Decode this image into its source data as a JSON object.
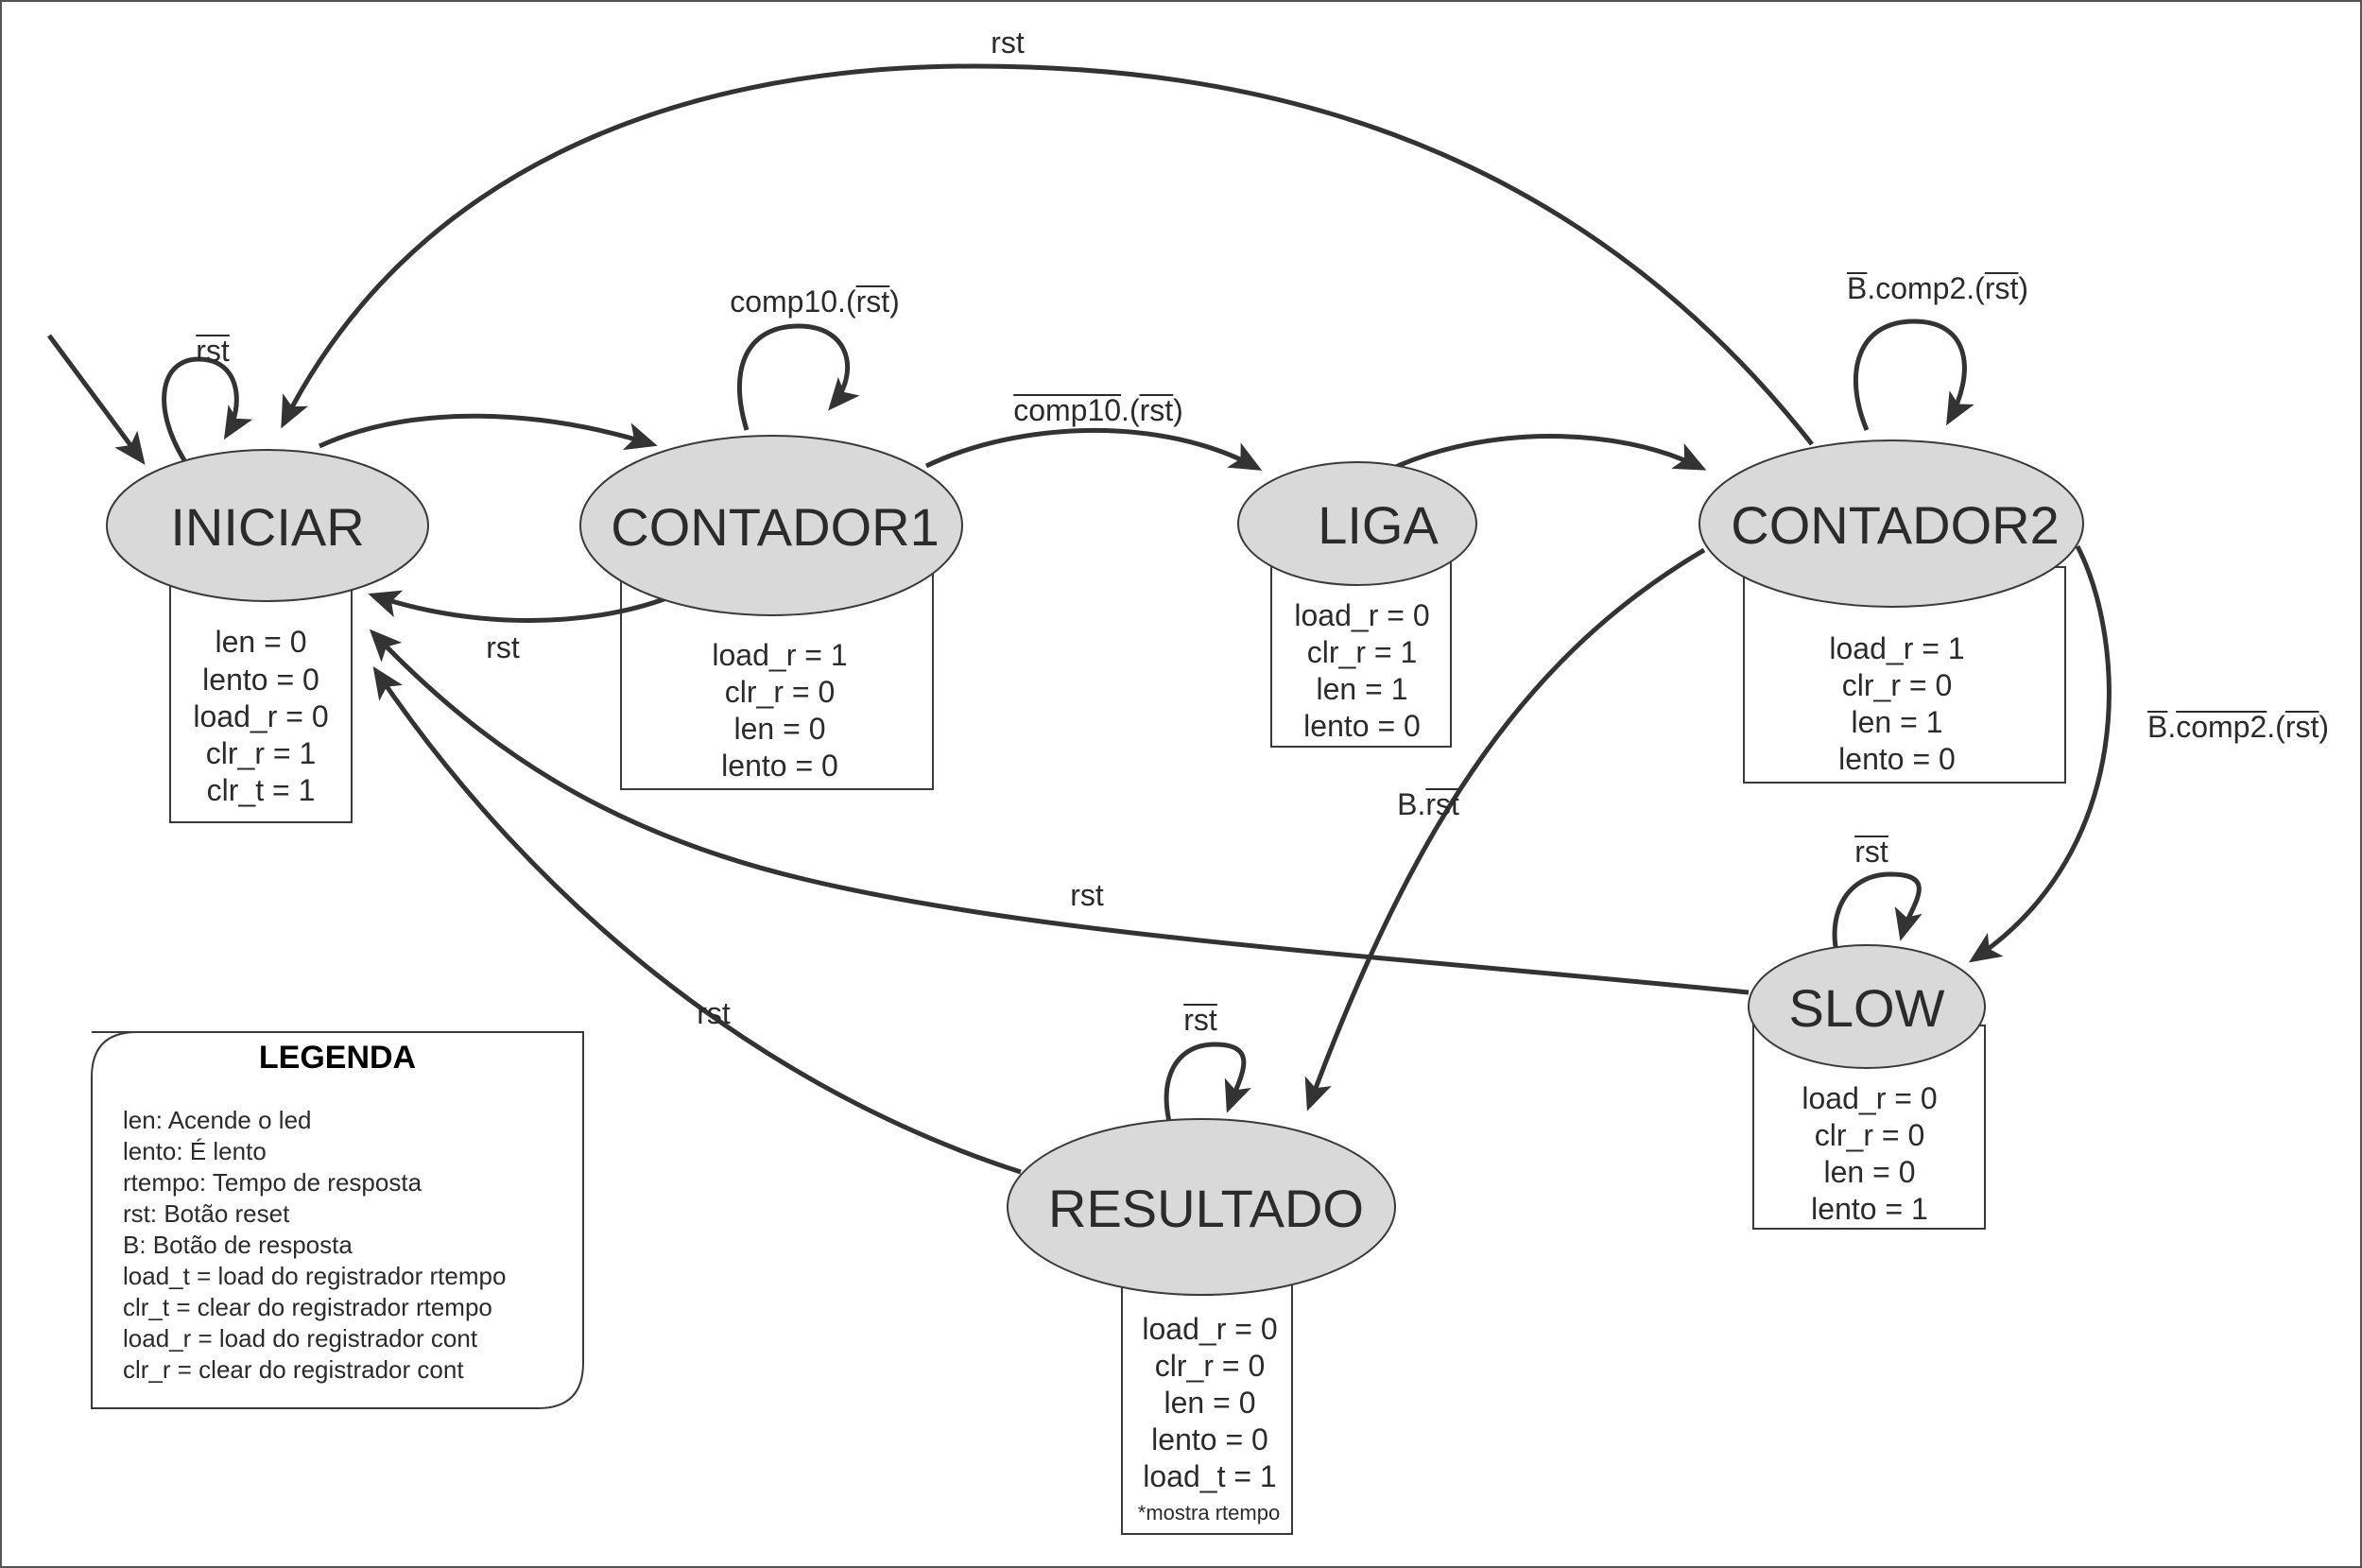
{
  "states": {
    "iniciar": {
      "name": "INICIAR",
      "outputs": [
        "len = 0",
        "lento = 0",
        "load_r = 0",
        "clr_r = 1",
        "clr_t = 1"
      ]
    },
    "contador1": {
      "name": "CONTADOR1",
      "outputs": [
        "load_r = 1",
        "clr_r = 0",
        "len = 0",
        "lento = 0"
      ]
    },
    "liga": {
      "name": "LIGA",
      "outputs": [
        "load_r = 0",
        "clr_r = 1",
        "len = 1",
        "lento = 0"
      ]
    },
    "contador2": {
      "name": "CONTADOR2",
      "outputs": [
        "load_r = 1",
        "clr_r = 0",
        "len = 1",
        "lento = 0"
      ]
    },
    "slow": {
      "name": "SLOW",
      "outputs": [
        "load_r = 0",
        "clr_r = 0",
        "len = 0",
        "lento = 1"
      ]
    },
    "resultado": {
      "name": "RESULTADO",
      "outputs": [
        "load_r = 0",
        "clr_r = 0",
        "len = 0",
        "lento = 0",
        "load_t = 1"
      ],
      "note": "*mostra rtempo"
    }
  },
  "transitions": {
    "iniciar_self": [
      {
        "text": "rst",
        "over": true
      }
    ],
    "contador1_self": [
      {
        "text": "comp10.(",
        "over": false
      },
      {
        "text": "rst",
        "over": true
      },
      {
        "text": ")",
        "over": false
      }
    ],
    "contador1_to_liga": [
      {
        "text": "comp10",
        "over": true
      },
      {
        "text": ".(",
        "over": false
      },
      {
        "text": "rst",
        "over": true
      },
      {
        "text": ")",
        "over": false
      }
    ],
    "contador1_to_iniciar": [
      {
        "text": "rst",
        "over": false
      }
    ],
    "contador2_to_iniciar": [
      {
        "text": "rst",
        "over": false
      }
    ],
    "contador2_self": [
      {
        "text": "B",
        "over": true
      },
      {
        "text": ".comp2.(",
        "over": false
      },
      {
        "text": "rst",
        "over": true
      },
      {
        "text": ")",
        "over": false
      }
    ],
    "contador2_to_slow": [
      {
        "text": "B",
        "over": true
      },
      {
        "text": ".",
        "over": false
      },
      {
        "text": "comp2",
        "over": true
      },
      {
        "text": ".(",
        "over": false
      },
      {
        "text": "rst",
        "over": true
      },
      {
        "text": ")",
        "over": false
      }
    ],
    "contador2_to_resultado": [
      {
        "text": "B.",
        "over": false
      },
      {
        "text": "rst",
        "over": true
      }
    ],
    "slow_self": [
      {
        "text": "rst",
        "over": true
      }
    ],
    "slow_to_iniciar": [
      {
        "text": "rst",
        "over": false
      }
    ],
    "resultado_self": [
      {
        "text": "rst",
        "over": true
      }
    ],
    "resultado_to_iniciar": [
      {
        "text": "rst",
        "over": false
      }
    ]
  },
  "legend": {
    "title": "LEGENDA",
    "items": [
      "len: Acende o led",
      "lento: É lento",
      "rtempo: Tempo de resposta",
      "rst: Botão reset",
      "B: Botão de resposta",
      "load_t = load do registrador rtempo",
      "clr_t = clear do registrador rtempo",
      "load_r = load do registrador cont",
      "clr_r = clear do registrador cont"
    ]
  }
}
